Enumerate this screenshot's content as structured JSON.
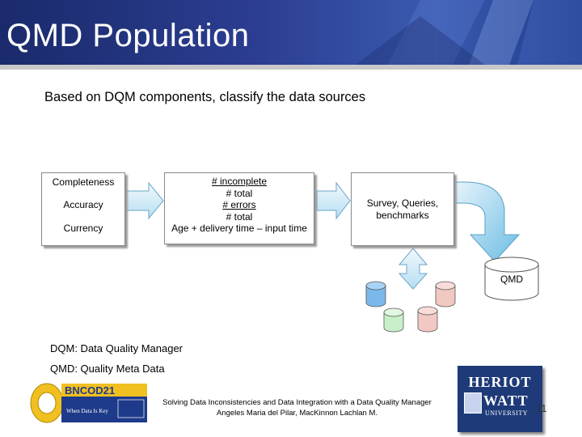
{
  "title": "QMD Population",
  "subtitle": "Based on DQM components, classify the data sources",
  "box1": {
    "items": [
      "Completeness",
      "Accuracy",
      "Currency"
    ]
  },
  "box2": {
    "line1": "# incomplete",
    "line2": "# total",
    "line3": "# errors",
    "line4": "# total",
    "line5": "Age + delivery time – input time"
  },
  "box3": {
    "text": "Survey, Queries, benchmarks"
  },
  "qmd_label": "QMD",
  "captions": {
    "dqm": "DQM: Data Quality Manager",
    "qmd": "QMD: Quality Meta Data"
  },
  "footer": {
    "line1": "Solving Data Inconsistencies and Data Integration with a Data Quality Manager",
    "line2": "Angeles Maria del Pilar, MacKinnon Lachlan M."
  },
  "page_number": "11",
  "logos": {
    "left_name": "BNCOD21",
    "left_tagline": "When Data Is Key",
    "right_line1": "HERIOT",
    "right_line2": "WATT",
    "right_line3": "UNIVERSITY"
  },
  "colors": {
    "header": "#2c3e92",
    "flow_arrow": "#87cbe8",
    "db_blue": "#7ab8ea",
    "db_pink": "#f2c8c2",
    "db_green": "#c8f0c8",
    "heriot_watt": "#1e3a78"
  }
}
